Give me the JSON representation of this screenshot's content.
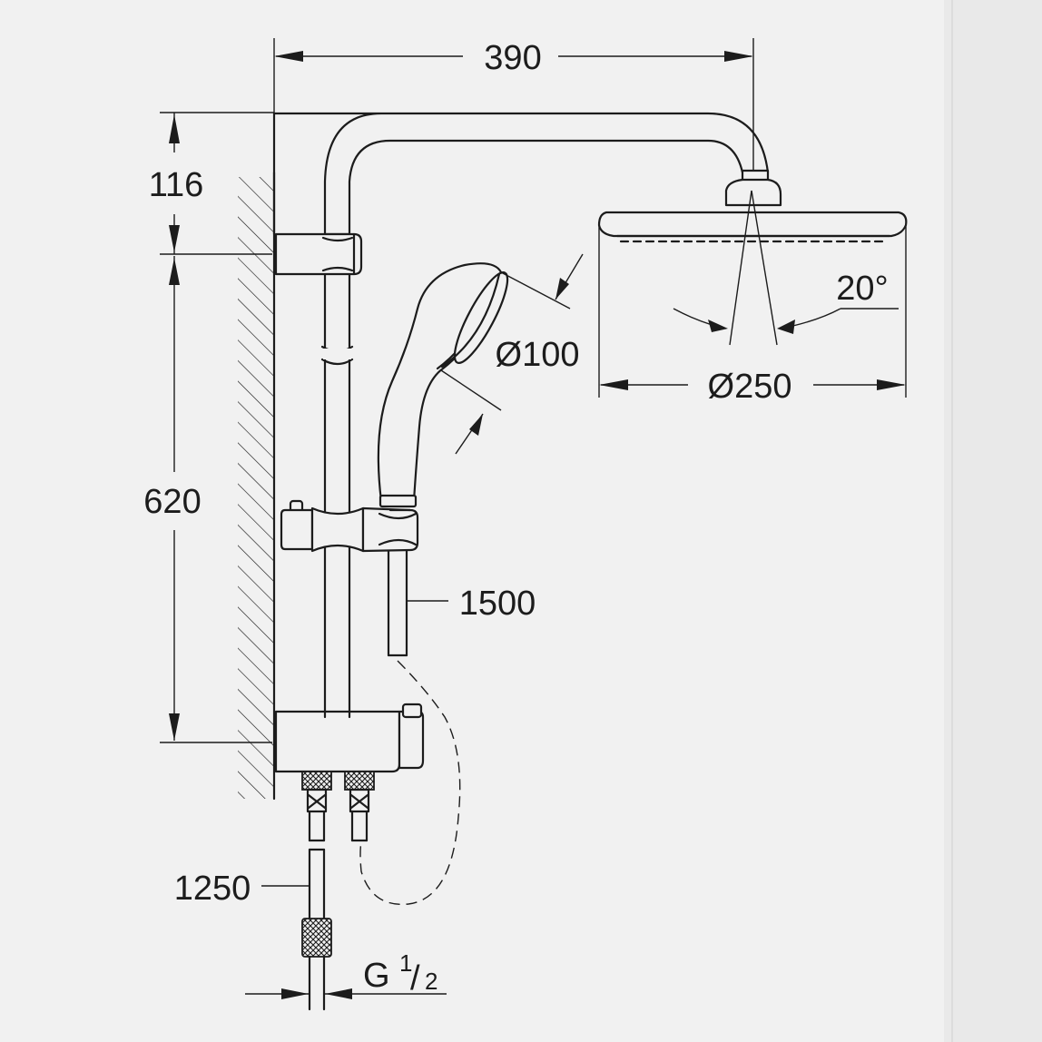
{
  "dimensions": {
    "arm_reach": "390",
    "top_offset": "116",
    "rail_length": "620",
    "hand_shower_diameter": "Ø100",
    "head_shower_diameter": "Ø250",
    "swivel_angle": "20°",
    "hose_length_hand": "1500",
    "hose_length_supply": "1250",
    "thread": "G",
    "thread_num": "1",
    "thread_den": "2"
  }
}
